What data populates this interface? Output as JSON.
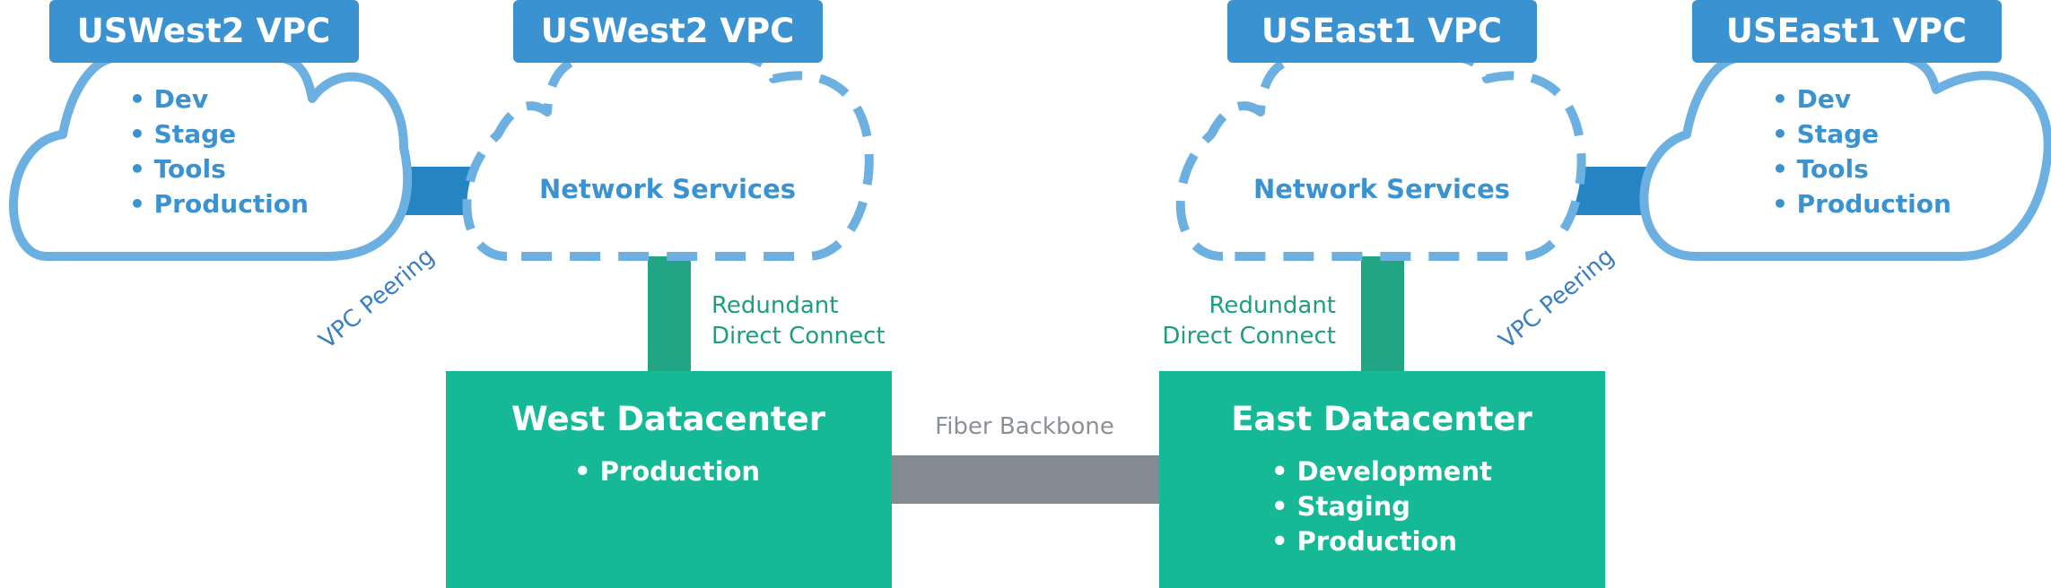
{
  "colors": {
    "vpc_blue": "#3a92d1",
    "cloud_outline": "#6cb0e2",
    "peering_bar": "#2484c4",
    "direct_connect": "#21a584",
    "datacenter": "#16b996",
    "fiber": "#848a91"
  },
  "clouds": {
    "west_vpc": {
      "title": "USWest2 VPC",
      "items": [
        "• Dev",
        "• Stage",
        "• Tools",
        "• Production"
      ]
    },
    "west_network": {
      "title": "USWest2 VPC",
      "center": "Network Services"
    },
    "east_network": {
      "title": "USEast1 VPC",
      "center": "Network Services"
    },
    "east_vpc": {
      "title": "USEast1 VPC",
      "items": [
        "• Dev",
        "• Stage",
        "• Tools",
        "• Production"
      ]
    }
  },
  "links": {
    "west_peering": "VPC Peering",
    "east_peering": "VPC Peering",
    "west_direct": [
      "Redundant",
      "Direct Connect"
    ],
    "east_direct": [
      "Redundant",
      "Direct Connect"
    ],
    "fiber": "Fiber Backbone"
  },
  "datacenters": {
    "west": {
      "title": "West Datacenter",
      "items": [
        "• Production"
      ]
    },
    "east": {
      "title": "East Datacenter",
      "items": [
        "• Development",
        "• Staging",
        "• Production"
      ]
    }
  }
}
